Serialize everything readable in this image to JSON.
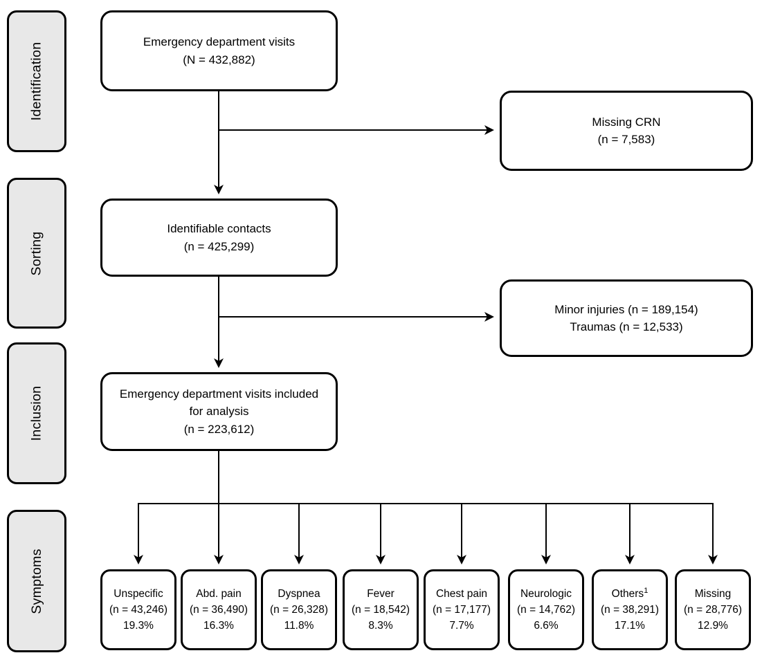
{
  "stages": [
    "Identification",
    "Sorting",
    "Inclusion",
    "Symptoms"
  ],
  "flow": {
    "ed_visits": {
      "line1": "Emergency department visits",
      "line2": "(N = 432,882)"
    },
    "missing_crn": {
      "line1": "Missing CRN",
      "line2": "(n = 7,583)"
    },
    "identifiable_contacts": {
      "line1": "Identifiable contacts",
      "line2": "(n = 425,299)"
    },
    "excluded": {
      "line1": "Minor injuries (n = 189,154)",
      "line2": "Traumas (n = 12,533)"
    },
    "included": {
      "line1": "Emergency department visits included",
      "line2": "for analysis",
      "line3": "(n = 223,612)"
    }
  },
  "symptoms": [
    {
      "label": "Unspecific",
      "count": "(n = 43,246)",
      "pct": "19.3%"
    },
    {
      "label": "Abd. pain",
      "count": "(n = 36,490)",
      "pct": "16.3%"
    },
    {
      "label": "Dyspnea",
      "count": "(n = 26,328)",
      "pct": "11.8%"
    },
    {
      "label": "Fever",
      "count": "(n = 18,542)",
      "pct": "8.3%"
    },
    {
      "label": "Chest pain",
      "count": "(n = 17,177)",
      "pct": "7.7%"
    },
    {
      "label": "Neurologic",
      "count": "(n = 14,762)",
      "pct": "6.6%"
    },
    {
      "label": "Others",
      "superscript": "1",
      "count": "(n = 38,291)",
      "pct": "17.1%"
    },
    {
      "label": "Missing",
      "count": "(n = 28,776)",
      "pct": "12.9%"
    }
  ],
  "colors": {
    "border": "#000000",
    "stage_fill": "#e8e8e8",
    "background": "#ffffff"
  }
}
